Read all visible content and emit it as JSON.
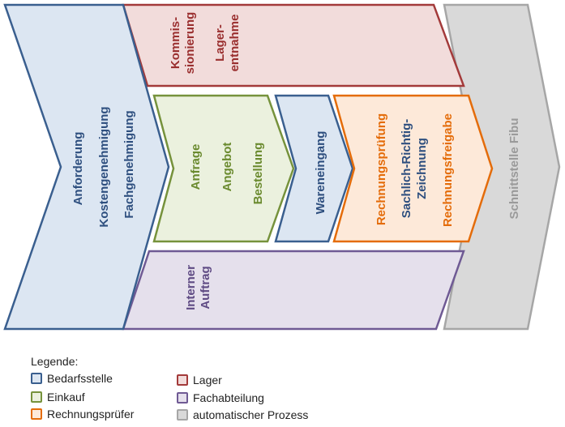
{
  "blocks": {
    "bedarfsstelle": {
      "lines": [
        "Anforderung",
        "Kostengenehmigung",
        "Fachgenehmigung"
      ],
      "fill": "#dce6f2",
      "stroke": "#3a5f8f",
      "text": "#2e4f7f"
    },
    "lager": {
      "lines": [
        "Kommis-",
        "sionierung",
        "Lager-",
        "entnahme"
      ],
      "fill": "#f2dcdb",
      "stroke": "#a33a3a",
      "text": "#9a2f2f"
    },
    "einkauf": {
      "lines": [
        "Anfrage",
        "Angebot",
        "Bestellung"
      ],
      "fill": "#ebf1de",
      "stroke": "#76923c",
      "text": "#6a8a2e"
    },
    "wareneingang": {
      "lines": [
        "Wareneingang"
      ],
      "fill": "#dce6f2",
      "stroke": "#3a5f8f",
      "text": "#2e4f7f"
    },
    "rechnung": {
      "lines": [
        "Rechnungsprüfung",
        "Sachlich-Richtig-",
        "Zeichnung",
        "Rechnungsfreigabe"
      ],
      "fill": "#fde9d9",
      "stroke": "#e46c0a",
      "text": "#e46c0a",
      "text_alt": "#2e4f7f"
    },
    "fachabteilung": {
      "lines": [
        "Interner",
        "Auftrag"
      ],
      "fill": "#e5e0ec",
      "stroke": "#6f5a94",
      "text": "#5f4b84"
    },
    "schnittstelle": {
      "lines": [
        "Schnittstelle Fibu"
      ],
      "fill": "#d9d9d9",
      "stroke": "#a6a6a6",
      "text": "#9a9a9a"
    }
  },
  "legend": {
    "title": "Legende:",
    "items": [
      {
        "label": "Bedarfsstelle",
        "fill": "#dce6f2",
        "stroke": "#3a5f8f"
      },
      {
        "label": "Einkauf",
        "fill": "#ebf1de",
        "stroke": "#76923c"
      },
      {
        "label": "Rechnungsprüfer",
        "fill": "#fde9d9",
        "stroke": "#e46c0a"
      },
      {
        "label": "Lager",
        "fill": "#f2dcdb",
        "stroke": "#a33a3a"
      },
      {
        "label": "Fachabteilung",
        "fill": "#e5e0ec",
        "stroke": "#6f5a94"
      },
      {
        "label": "automatischer Prozess",
        "fill": "#d9d9d9",
        "stroke": "#a6a6a6"
      }
    ]
  }
}
